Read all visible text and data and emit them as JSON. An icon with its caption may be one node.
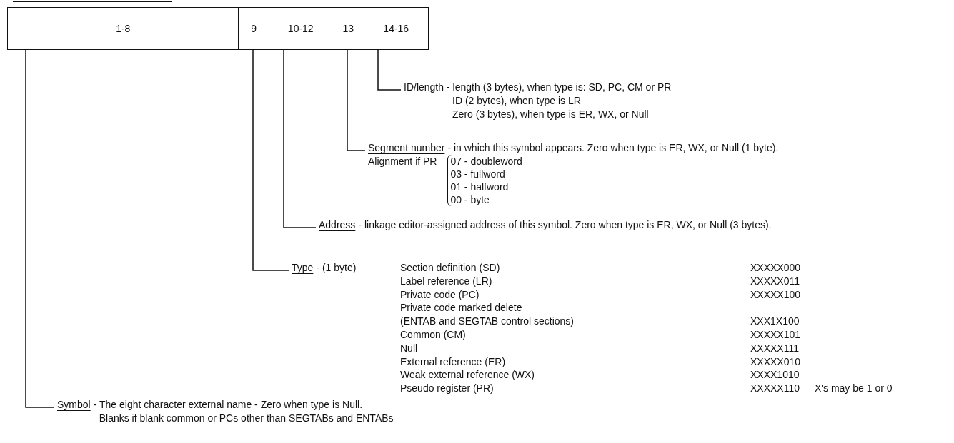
{
  "diagram": {
    "nodes": [
      {
        "text": [
          "1-8"
        ]
      },
      {
        "text": [
          "9"
        ]
      },
      {
        "text": [
          "10-12"
        ]
      },
      {
        "text": [
          "13"
        ]
      },
      {
        "text": [
          "14-16"
        ]
      },
      {
        "text": [
          "ID/length",
          "- length (3 bytes), when type is: SD, PC, CM or PR",
          "ID (2 bytes), when type is LR",
          "Zero (3 bytes), when type is ER, WX, or Null"
        ]
      },
      {
        "text": [
          "Segment number",
          "- in which this symbol appears. Zero when type is ER, WX, or Null (1 byte).",
          "Alignment if PR",
          "07 - doubleword",
          "03 - fullword",
          "01 - halfword",
          "00 - byte"
        ]
      },
      {
        "text": [
          "Address",
          "- linkage editor-assigned address of this symbol. Zero when type is ER, WX, or Null (3 bytes)."
        ]
      },
      {
        "text": [
          "Type",
          "- (1 byte)"
        ]
      },
      {
        "text": [
          "Symbol",
          "- The eight character external name - Zero when type is Null.",
          "Blanks if blank common or PCs other than SEGTABs and ENTABs"
        ]
      }
    ],
    "edges": [
      {
        "from": 5,
        "to": 4,
        "arrow": "none"
      },
      {
        "from": 6,
        "to": 3,
        "arrow": "none"
      },
      {
        "from": 7,
        "to": 2,
        "arrow": "none"
      },
      {
        "from": 8,
        "to": 1,
        "arrow": "none"
      },
      {
        "from": 9,
        "to": 0,
        "arrow": "none"
      }
    ],
    "labels": [
      "Section definition (SD)",
      "XXXXX000",
      "Label reference (LR)",
      "XXXXX011",
      "Private code (PC)",
      "XXXXX100",
      "Private code marked delete",
      "(ENTAB and SEGTAB control sections)",
      "XXX1X100",
      "Common (CM)",
      "XXXXX101",
      "Null",
      "XXXXX111",
      "External reference (ER)",
      "XXXXX010",
      "Weak external reference (WX)",
      "XXXX1010",
      "Pseudo register (PR)",
      "XXXXX110",
      "X's may be 1 or 0"
    ]
  }
}
